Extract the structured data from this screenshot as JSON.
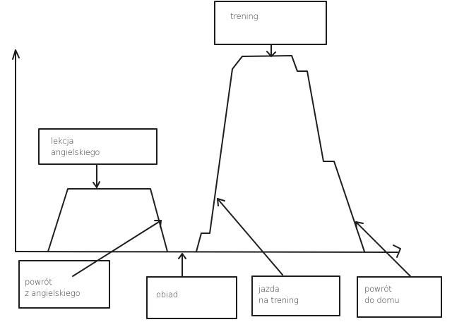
{
  "stroke_color": "#1e1e1e",
  "boxes": {
    "trening": {
      "lines": [
        "trening"
      ]
    },
    "lekcja": {
      "lines": [
        "lekcja",
        "angielskiego"
      ]
    },
    "powrot_ang": {
      "lines": [
        "powrót",
        "z angielskiego"
      ]
    },
    "obiad": {
      "lines": [
        "obiad"
      ]
    },
    "jazda": {
      "lines": [
        "jazda",
        "na trening"
      ]
    },
    "powrot_dom": {
      "lines": [
        "powrót",
        "do domu"
      ]
    }
  }
}
